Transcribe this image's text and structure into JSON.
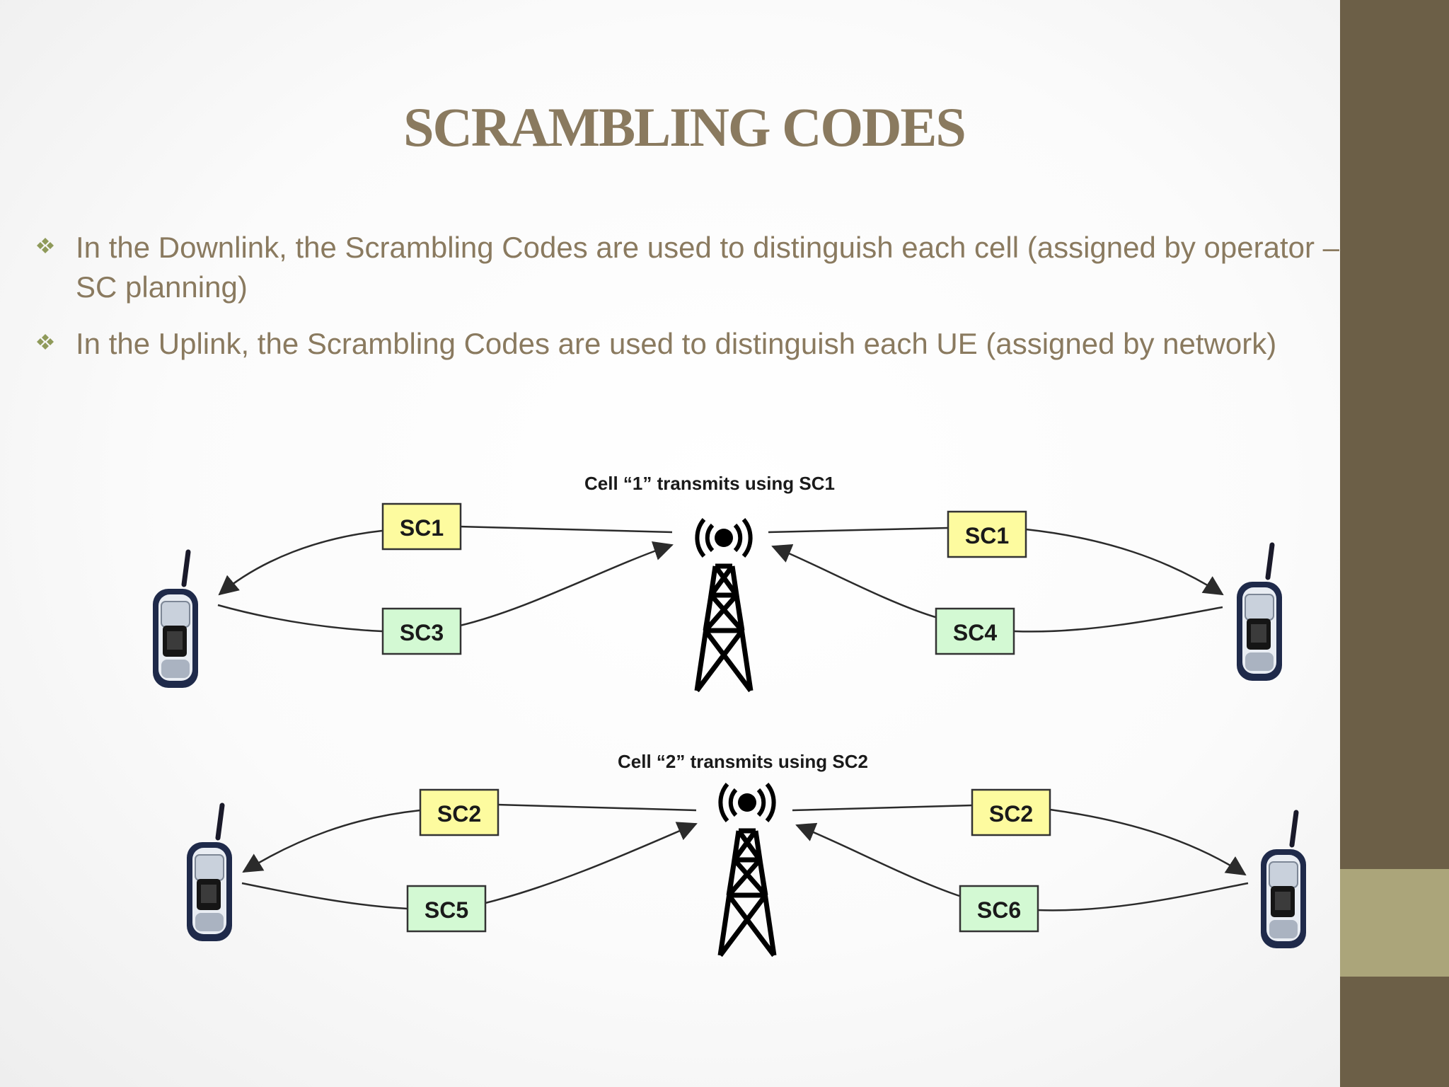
{
  "slide": {
    "title": "SCRAMBLING CODES",
    "bullets": [
      "In the Downlink, the Scrambling Codes are used to distinguish each cell (assigned by operator – SC planning)",
      "In the Uplink, the Scrambling Codes are used to distinguish each UE (assigned by network)"
    ]
  },
  "diagram": {
    "cell1": {
      "label": "Cell “1” transmits using SC1",
      "left_downlink": "SC1",
      "left_uplink": "SC3",
      "right_downlink": "SC1",
      "right_uplink": "SC4"
    },
    "cell2": {
      "label": "Cell “2” transmits using SC2",
      "left_downlink": "SC2",
      "left_uplink": "SC5",
      "right_downlink": "SC2",
      "right_uplink": "SC6"
    }
  },
  "colors": {
    "title": "#8a7a5f",
    "sidebar": "#6c5f47",
    "sidebar_accent": "#aba57a",
    "downlink_box": "#fdfb9f",
    "uplink_box": "#d3f9d3"
  }
}
